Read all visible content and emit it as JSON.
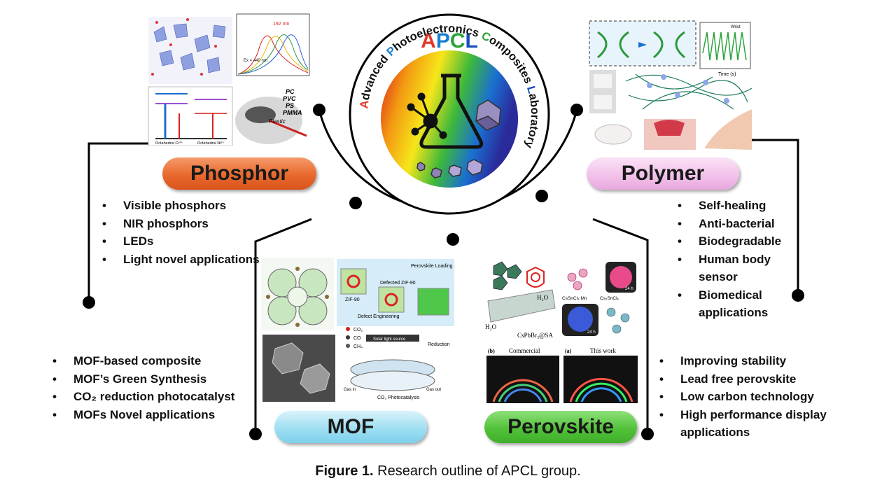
{
  "logo": {
    "acronym": "APCL",
    "ring_text": "Advanced Photoelectronics Composites Laboratory"
  },
  "sections": {
    "phosphor": {
      "label": "Phosphor",
      "bullets": [
        "Visible phosphors",
        "NIR phosphors",
        "LEDs",
        "Light novel applications"
      ],
      "figure_labels": [
        "PC",
        "PVC",
        "PS",
        "PMMA",
        "Plastic",
        "192 nm",
        "Ex = 440 nm",
        "Octahedral Cr³⁺",
        "Octahedral Ni²⁺"
      ]
    },
    "polymer": {
      "label": "Polymer",
      "bullets": [
        "Self-healing",
        "Anti-bacterial",
        "Biodegradable",
        "Human body sensor",
        "Biomedical applications"
      ],
      "figure_labels": [
        "Time (s)",
        "Wrist"
      ]
    },
    "mof": {
      "label": "MOF",
      "bullets": [
        "MOF-based composite",
        "MOF’s Green Synthesis",
        "CO₂ reduction photocatalyst",
        "MOFs Novel applications"
      ],
      "figure_labels": [
        "ZIF-90",
        "Defect Engineering",
        "Defected ZIF-90",
        "Perovskite Loading",
        "CO₂",
        "CO",
        "CH₄",
        "Reduction",
        "Solar light source",
        "CO₂ Photocatalysis",
        "Gas in",
        "Gas out"
      ]
    },
    "perovskite": {
      "label": "Perovskite",
      "bullets": [
        "Improving stability",
        "Lead free perovskite",
        "Low carbon technology",
        "High performance display applications"
      ],
      "figure_labels": [
        "H₂O",
        "CsPbBr₃@SA",
        "CsSnCl₃:Mn",
        "Cs₂SnCl₆",
        "24 h",
        "(b)",
        "Commercial",
        "(a)",
        "This work"
      ]
    }
  },
  "caption": {
    "prefix": "Figure 1.",
    "text": " Research outline of APCL group."
  },
  "colors": {
    "phosphor": "#e8692d",
    "polymer": "#f2c2ea",
    "mof": "#9fdff2",
    "perovskite": "#52c23a",
    "logo_A": "#e23b2a",
    "logo_P": "#1a7fd0",
    "logo_C": "#2aa33a",
    "logo_L": "#1a4fb8"
  }
}
